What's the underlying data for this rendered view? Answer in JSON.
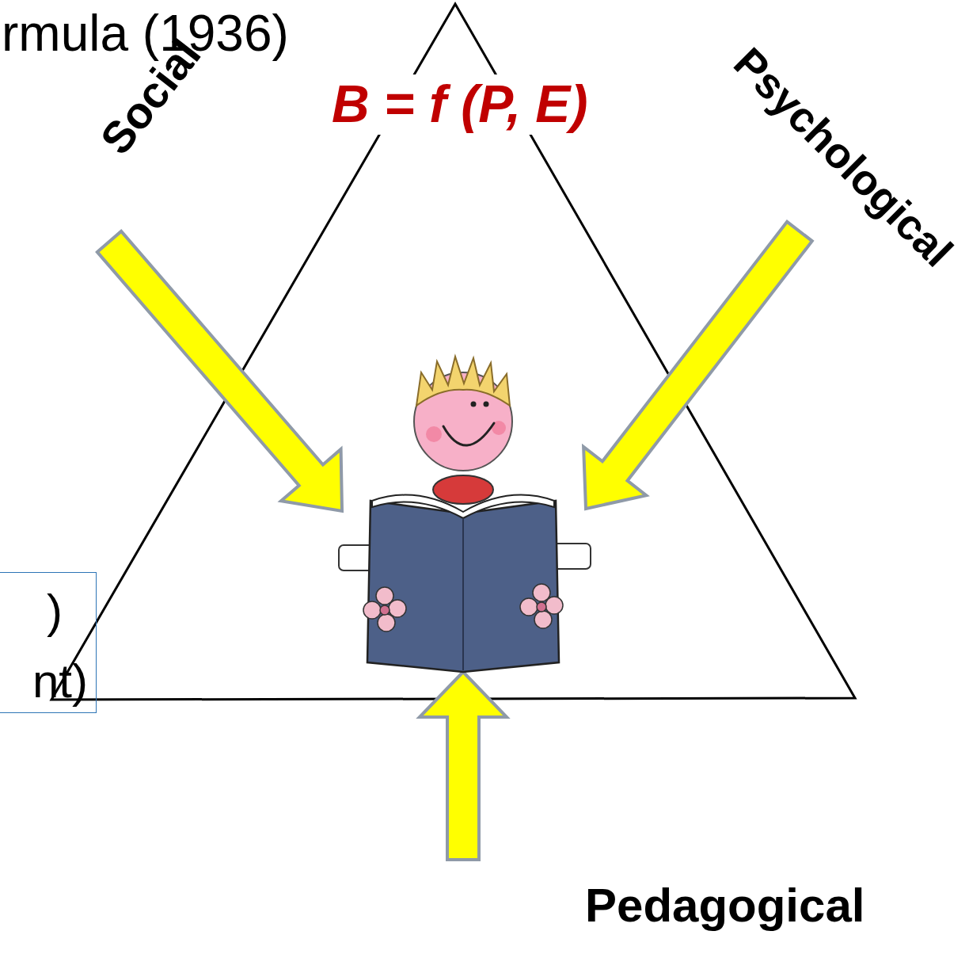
{
  "diagram": {
    "nodes": [
      {
        "text": [
          ")",
          "nt)"
        ]
      }
    ],
    "labels": [
      "rmula (1936)",
      "B = f (P, E)",
      "Social",
      "Psychological",
      "Pedagogical"
    ]
  }
}
